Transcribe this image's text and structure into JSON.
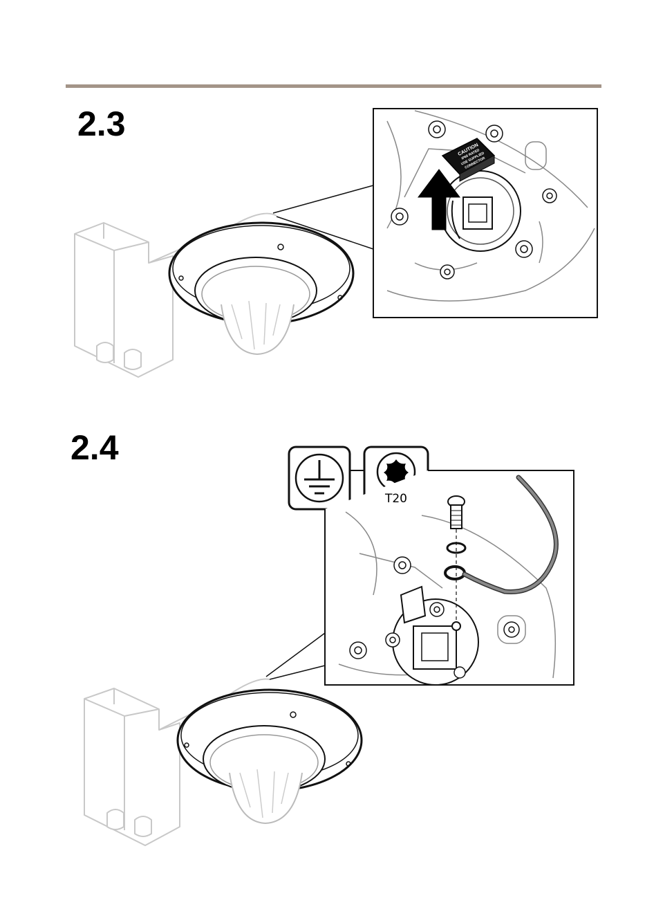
{
  "steps": [
    {
      "number": "2.3",
      "caution_label": [
        "CAUTION",
        "IP66 RATED",
        "USE SUPPLIED",
        "CONNECTOR"
      ]
    },
    {
      "number": "2.4",
      "tool": {
        "icon": "torx-icon",
        "label": "T20"
      },
      "ground_icon": "ground-icon"
    }
  ],
  "colors": {
    "rule": "#a39488",
    "ghost": "#c8c8c8"
  }
}
